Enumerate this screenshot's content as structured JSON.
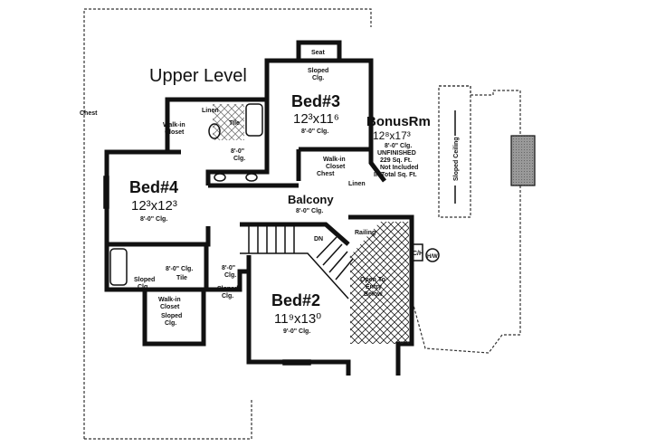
{
  "title": "Upper Level",
  "rooms": {
    "bed3": {
      "name": "Bed#3",
      "size": "12³x11⁶",
      "ceiling": "8'-0\" Clg."
    },
    "bed4": {
      "name": "Bed#4",
      "size": "12³x12³",
      "ceiling": "8'-0\" Clg."
    },
    "bed2": {
      "name": "Bed#2",
      "size": "11⁹x13⁰",
      "ceiling": "9'-0\" Clg."
    },
    "bonus": {
      "name": "BonusRm",
      "size": "12⁸x17³",
      "notes": [
        "8'-0\" Clg.",
        "UNFINISHED",
        "229 Sq. Ft.",
        "Not Included",
        "In Total Sq. Ft."
      ]
    },
    "balcony": {
      "name": "Balcony",
      "ceiling": "8'-0\" Clg."
    }
  },
  "labels": {
    "seat": "Seat",
    "sloped_clg_top": [
      "Sloped",
      "Clg."
    ],
    "chest_upper": "Chest",
    "walkin_upper": [
      "Walk-in",
      "Closet"
    ],
    "linen_upper": "Linen",
    "tile_upper": "Tile",
    "bath_upper_clg": [
      "8'-0\"",
      "Clg."
    ],
    "walkin_bed3": [
      "Walk-in",
      "Closet"
    ],
    "chest_bed3": "Chest",
    "linen_bed3": "Linen",
    "sloped_ceiling_bonus": "Sloped Ceiling",
    "dn": "DN",
    "railing": "Railing",
    "open_to_entry": [
      "Open To",
      "Entry",
      "Below"
    ],
    "ch": "C/H",
    "hw": "H/W",
    "bath_lower_clg": "8'-0\" Clg.",
    "tile_lower": "Tile",
    "sloped_lower": [
      "Sloped",
      "Clg."
    ],
    "hall_clg": [
      "8'-0\"",
      "Clg."
    ],
    "sloped_hall": [
      "Sloped",
      "Clg."
    ],
    "walkin_lower": [
      "Walk-in",
      "Closet"
    ],
    "sloped_closet": [
      "Sloped",
      "Clg."
    ]
  }
}
